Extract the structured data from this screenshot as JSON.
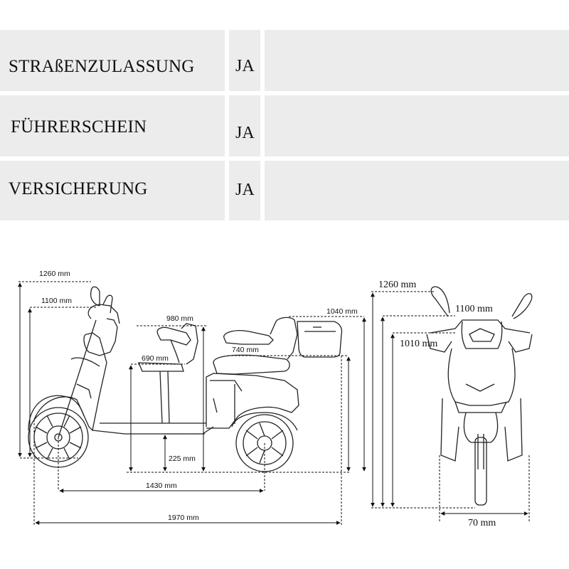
{
  "specs": [
    {
      "label": "STRAßENZULASSUNG",
      "value": "JA"
    },
    {
      "label": "FÜHRERSCHEIN",
      "value": "JA"
    },
    {
      "label": "VERSICHERUNG",
      "value": "JA"
    }
  ],
  "side_view": {
    "total_height": "1260 mm",
    "mirror_height": "1100 mm",
    "rear_seat_height_top": "980 mm",
    "front_seat_height": "690 mm",
    "rear_seat_height": "740 mm",
    "box_height": "1040 mm",
    "ground_clearance": "225 mm",
    "wheelbase": "1430 mm",
    "total_length": "1970 mm"
  },
  "front_view": {
    "total_height": "1260 mm",
    "mirror_width_height": "1100 mm",
    "headlight_height": "1010 mm",
    "width": "70 mm"
  },
  "colors": {
    "line": "#222222",
    "dim": "#111111",
    "cell_bg": "#ececec"
  }
}
